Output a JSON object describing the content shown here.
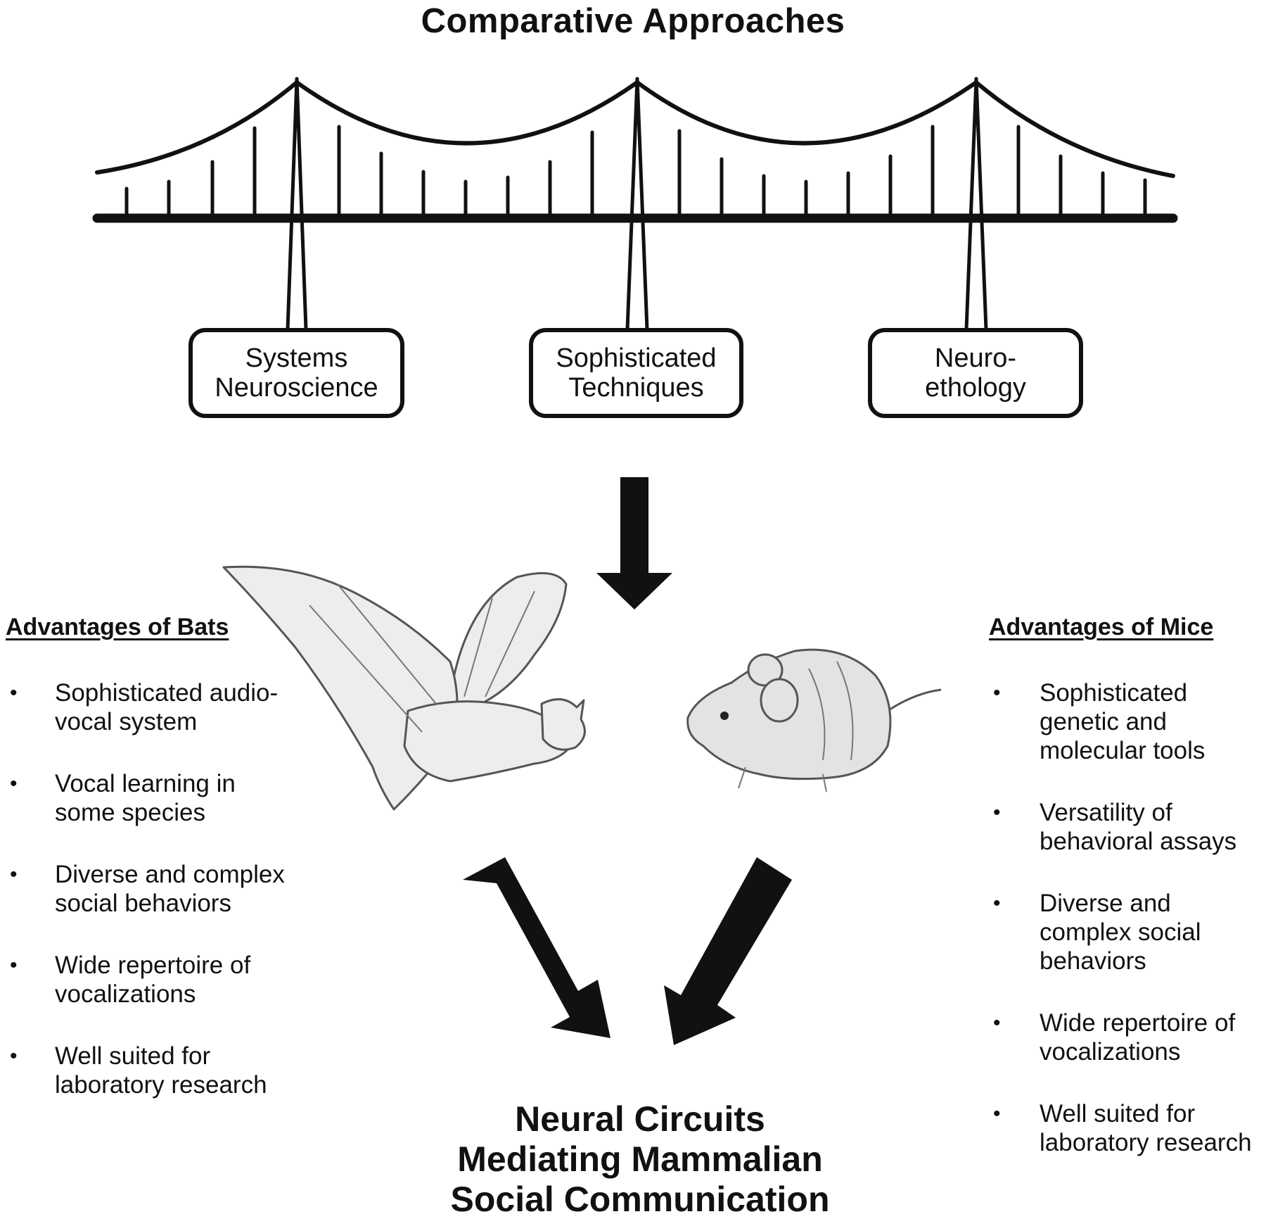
{
  "title": "Comparative Approaches",
  "pillars": [
    {
      "line1": "Systems",
      "line2": "Neuroscience"
    },
    {
      "line1": "Sophisticated",
      "line2": "Techniques"
    },
    {
      "line1": "Neuro-",
      "line2": "ethology"
    }
  ],
  "bats": {
    "heading": "Advantages of Bats",
    "items": [
      "Sophisticated audio-vocal system",
      "Vocal learning in some species",
      "Diverse and complex social behaviors",
      "Wide repertoire of vocalizations",
      "Well suited for laboratory research"
    ]
  },
  "mice": {
    "heading": "Advantages of Mice",
    "items": [
      "Sophisticated genetic and molecular tools",
      "Versatility of behavioral assays",
      "Diverse and complex social behaviors",
      "Wide repertoire of vocalizations",
      "Well suited for laboratory research"
    ]
  },
  "conclusion": {
    "line1": "Neural Circuits",
    "line2": "Mediating Mammalian",
    "line3": "Social Communication"
  },
  "bullet_symbol": "•",
  "colors": {
    "ink": "#111111",
    "background": "#ffffff",
    "sketch": "#555555"
  }
}
